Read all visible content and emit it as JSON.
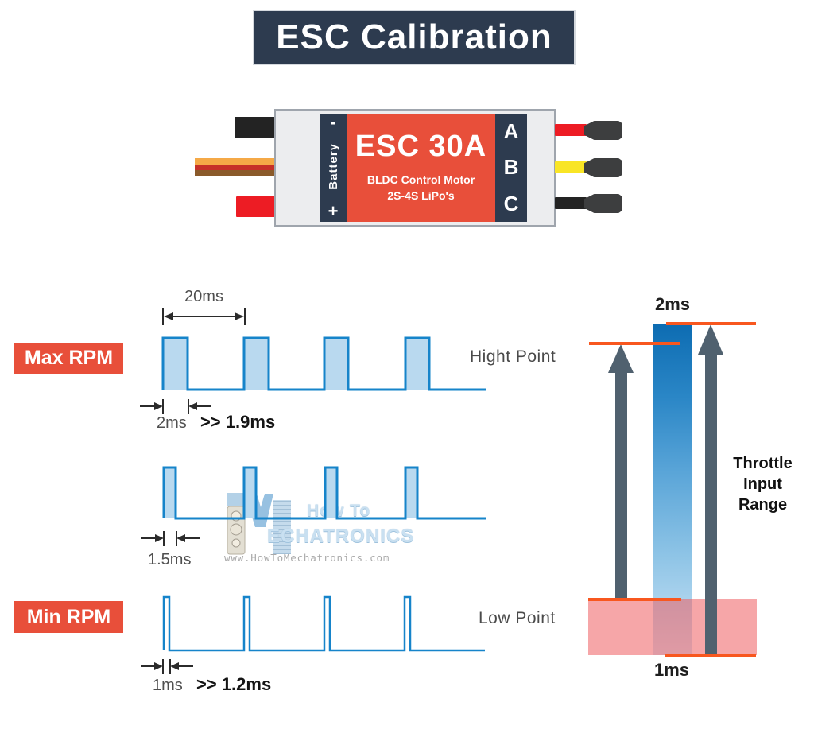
{
  "title": "ESC Calibration",
  "esc": {
    "battery_minus": "-",
    "battery_label": "Battery",
    "battery_plus": "+",
    "model": "ESC 30A",
    "subtitle1": "BLDC Control Motor",
    "subtitle2": "2S-4S LiPo's",
    "phase_a": "A",
    "phase_b": "B",
    "phase_c": "C"
  },
  "signals": {
    "period_label": "20ms",
    "high": {
      "rpm_label": "Max RPM",
      "pulse_width": "2ms",
      "calibrated": ">> 1.9ms",
      "point": "Hight Point"
    },
    "mid": {
      "pulse_width": "1.5ms"
    },
    "low": {
      "rpm_label": "Min RPM",
      "pulse_width": "1ms",
      "calibrated": ">> 1.2ms",
      "point": "Low Point"
    }
  },
  "throttle": {
    "max_label": "2ms",
    "min_label": "1ms",
    "range_label": "Throttle Input Range"
  },
  "watermark": {
    "line1": "How To",
    "line2": "ECHATRONICS",
    "url": "www.HowToMechatronics.com"
  },
  "colors": {
    "navy": "#2d3b4f",
    "red": "#e84f3a",
    "signal_blue": "#1684ca",
    "signal_fill": "#b9d9ef",
    "arrow_slate": "#50616f",
    "orange": "#f8571f",
    "pink": "#ee5c61",
    "wire_red": "#ed1c24",
    "wire_yellow": "#f9e526",
    "wire_black": "#232323",
    "strand_orange": "#f5a947",
    "strand_red": "#c63028",
    "strand_brown": "#8a5a2a"
  }
}
